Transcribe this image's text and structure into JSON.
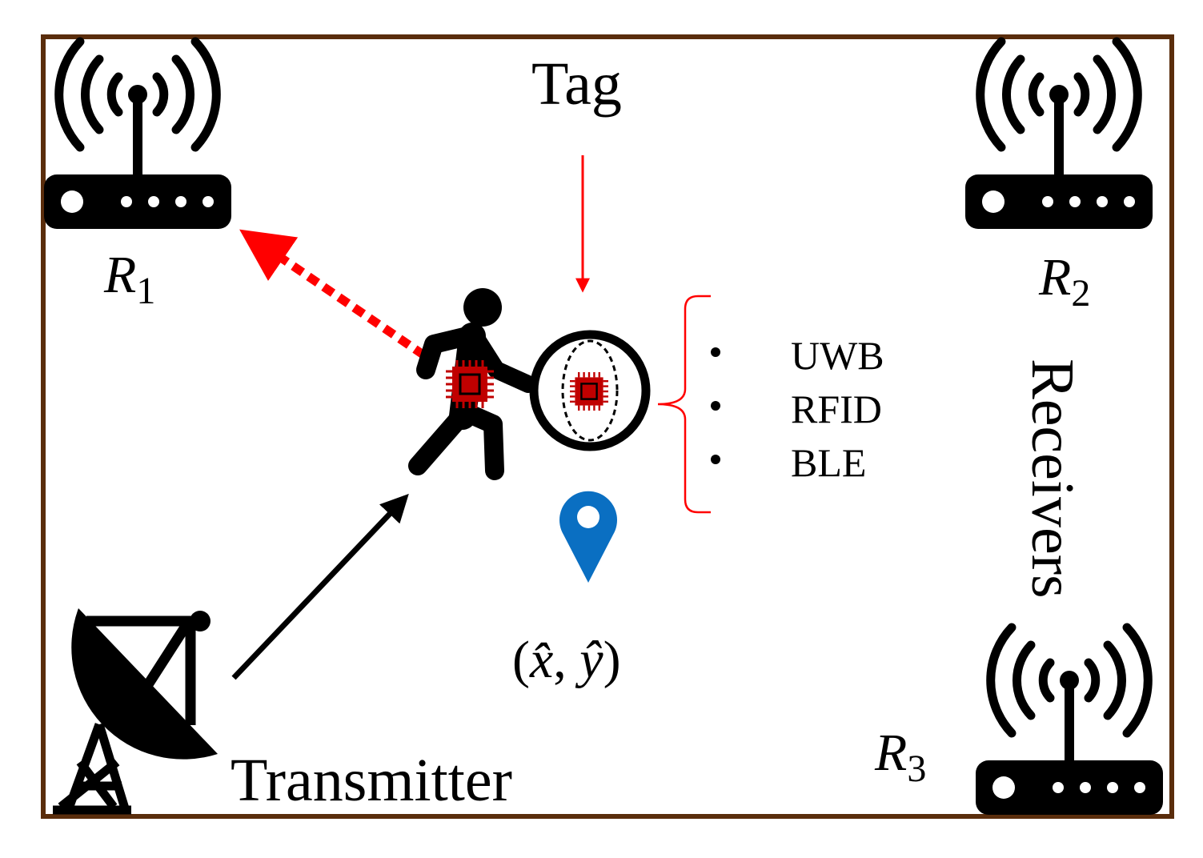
{
  "labels": {
    "tag": "Tag",
    "transmitter": "Transmitter",
    "receivers": "Receivers"
  },
  "receivers": [
    {
      "name": "R",
      "index": "1"
    },
    {
      "name": "R",
      "index": "2"
    },
    {
      "name": "R",
      "index": "3"
    }
  ],
  "technologies": [
    "UWB",
    "RFID",
    "BLE"
  ],
  "estimate": {
    "open": "(",
    "x": "x̂",
    "sep": ", ",
    "y": "ŷ",
    "close": ")"
  },
  "colors": {
    "border": "#5a2d0c",
    "signal_arrow": "#ff0000",
    "chip": "#c00000",
    "location_pin": "#0a6fc2",
    "icons": "#000000"
  },
  "icons": {
    "receiver": "wifi-router-icon",
    "transmitter": "satellite-dish-tower-icon",
    "person": "walking-person-icon",
    "tag": "chip-icon",
    "location": "location-pin-icon",
    "magnifier": "magnifier-icon"
  }
}
